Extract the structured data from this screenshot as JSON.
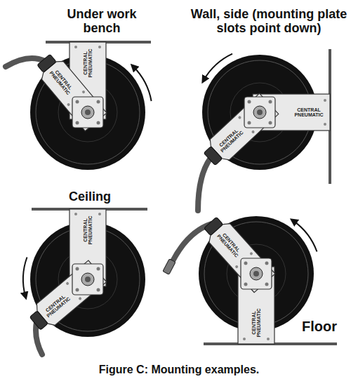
{
  "diagram": {
    "caption": "Figure C:  Mounting examples.",
    "labels": [
      "Under work bench",
      "CENTRAL PNEUMATIC",
      "CENTRAL PNEUMATIC",
      "Wall, side (mounting plate slots point down)",
      "CENTRAL PNEUMATIC",
      "CENTRAL PNEUMATIC",
      "Ceiling",
      "CENTRAL PNEUMATIC",
      "CENTRAL PNEUMATIC",
      "CENTRAL PNEUMATIC",
      "CENTRAL PNEUMATIC",
      "Floor"
    ]
  }
}
